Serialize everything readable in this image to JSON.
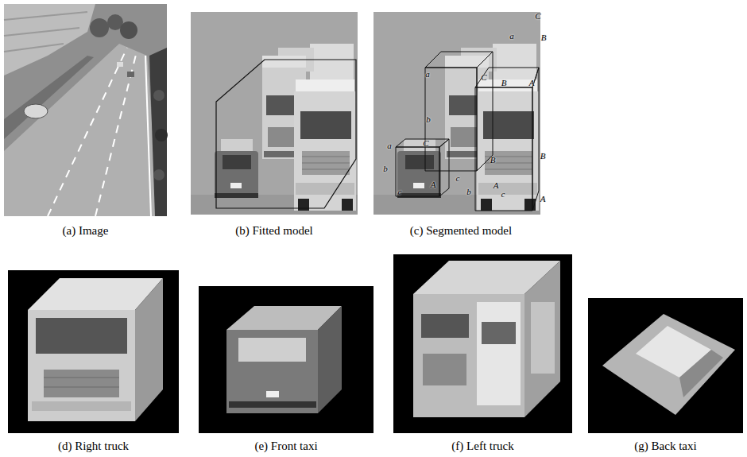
{
  "diagram": {
    "nodes": [
      {
        "text": [
          "(a) Image"
        ]
      },
      {
        "text": [
          "(b) Fitted model"
        ]
      },
      {
        "text": [
          "(c) Segmented model"
        ]
      },
      {
        "text": [
          "(d) Right truck"
        ]
      },
      {
        "text": [
          "(e) Front taxi"
        ]
      },
      {
        "text": [
          "(f) Left truck"
        ]
      },
      {
        "text": [
          "(g) Back taxi"
        ]
      }
    ],
    "labels": [
      "a",
      "C",
      "a",
      "C",
      "B",
      "B",
      "b",
      "A",
      "a",
      "C",
      "b",
      "B",
      "A",
      "c",
      "b",
      "c",
      "B",
      "A",
      "A",
      "c"
    ]
  }
}
